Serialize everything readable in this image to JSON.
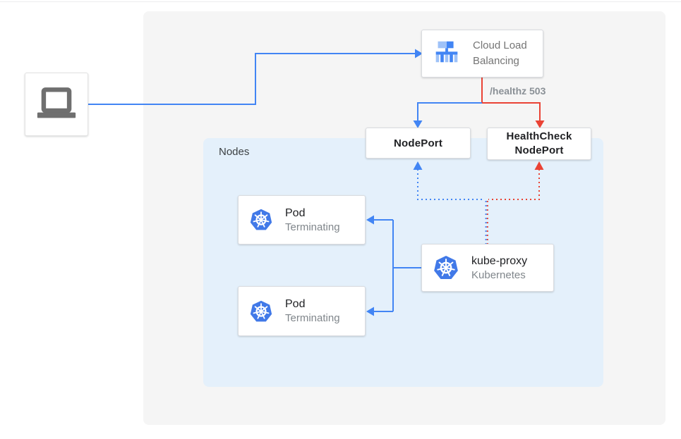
{
  "palette": {
    "blue": "#4285f4",
    "red": "#ea4335",
    "panel_gray": "#f5f5f5",
    "nodes_blue": "#e4f0fb",
    "card_border": "#dadce0",
    "text_dark": "#202124",
    "text_gray": "#757575",
    "text_subtle": "#80868b",
    "icon_gray": "#6f6f6f",
    "k8s_blue": "#4179e8",
    "lb_blue_light": "#9fc2f8"
  },
  "icons": {
    "client": "laptop-icon",
    "load_balancer": "load-balancer-icon",
    "kubernetes": "kubernetes-wheel-icon"
  },
  "cloud_load_balancing": {
    "label": "Cloud Load Balancing"
  },
  "healthz": {
    "label": "/healthz 503"
  },
  "nodeport": {
    "label": "NodePort"
  },
  "healthcheck_nodeport": {
    "label": "HealthCheck NodePort"
  },
  "nodes_group": {
    "label": "Nodes"
  },
  "pods": [
    {
      "title": "Pod",
      "status": "Terminating"
    },
    {
      "title": "Pod",
      "status": "Terminating"
    }
  ],
  "kube_proxy": {
    "title": "kube-proxy",
    "subtitle": "Kubernetes"
  }
}
